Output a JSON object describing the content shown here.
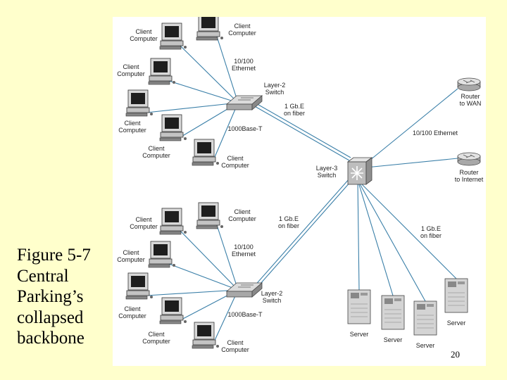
{
  "caption": [
    "Figure 5-7",
    "Central",
    "Parking’s",
    "collapsed",
    "backbone"
  ],
  "page_number": "20",
  "colors": {
    "background": "#ffffcc",
    "panel": "#ffffff",
    "link": "#3a7fa8",
    "device": "#b0b0b0"
  },
  "labels": {
    "client_computer": [
      "Client",
      "Computer"
    ],
    "layer2_switch": [
      "Layer-2",
      "Switch"
    ],
    "layer3_switch": [
      "Layer-3",
      "Switch"
    ],
    "ethernet_10_100": [
      "10/100",
      "Ethernet"
    ],
    "gbe_fiber": [
      "1 Gb.E",
      "on fiber"
    ],
    "base_1000t": "1000Base-T",
    "ethernet_10_100_inline": "10/100 Ethernet",
    "router_wan": [
      "Router",
      "to WAN"
    ],
    "router_internet": [
      "Router",
      "to Internet"
    ],
    "server": "Server"
  }
}
